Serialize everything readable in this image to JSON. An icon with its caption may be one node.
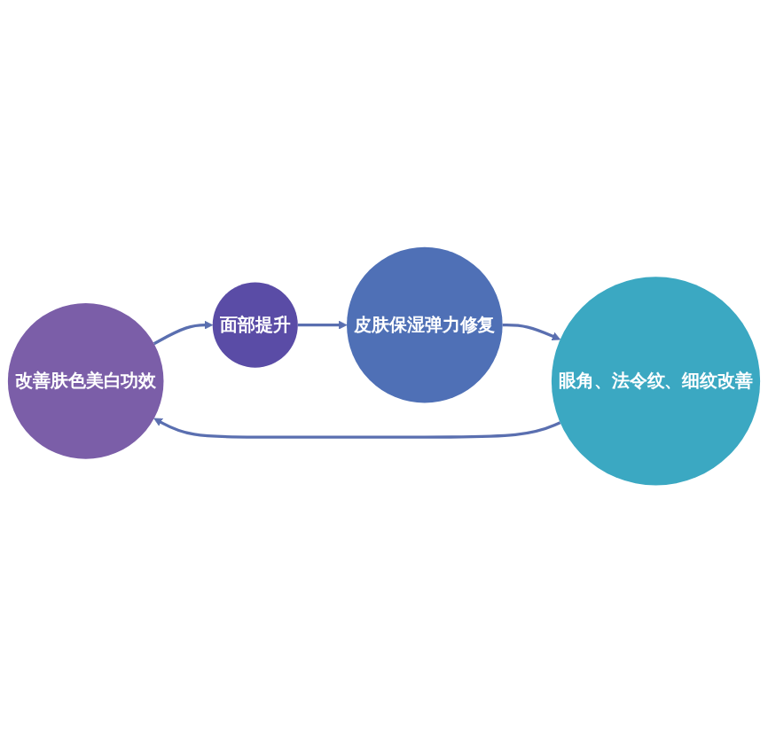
{
  "diagram": {
    "nodes": [
      {
        "text": [
          "改善肤色美白功效"
        ]
      },
      {
        "text": [
          "面部提升"
        ]
      },
      {
        "text": [
          "皮肤保湿弹力修复"
        ]
      },
      {
        "text": [
          "眼角、法令纹、细纹改善"
        ]
      }
    ],
    "edges": [
      {
        "from": 0,
        "to": 1,
        "arrow": "to"
      },
      {
        "from": 1,
        "to": 2,
        "arrow": "to"
      },
      {
        "from": 2,
        "to": 3,
        "arrow": "to"
      },
      {
        "from": 3,
        "to": 0,
        "arrow": "to"
      }
    ]
  }
}
